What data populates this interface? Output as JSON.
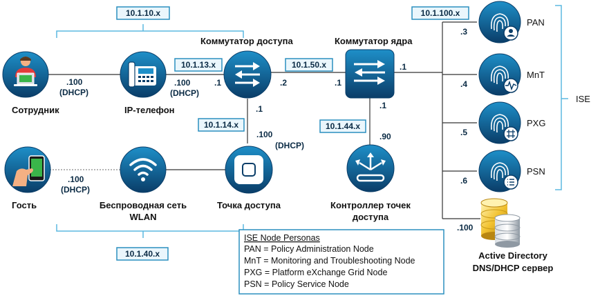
{
  "colors": {
    "node_gradient_top": "#1e8fc8",
    "node_gradient_bottom": "#0a3d68",
    "subnet_border": "#2a8fbf",
    "subnet_fill": "#eaf6fc",
    "bracket": "#5bb8e0",
    "link": "#333333"
  },
  "subnets": {
    "top": "10.1.10.x",
    "access_switch": "10.1.13.x",
    "access_core": "10.1.50.x",
    "access_ap": "10.1.14.x",
    "core_wlc": "10.1.44.x",
    "bottom": "10.1.40.x",
    "ise": "10.1.100.x"
  },
  "nodes": {
    "employee": "Сотрудник",
    "ip_phone": "IP-телефон",
    "access_switch": "Коммутатор доступа",
    "core_switch": "Коммутатор ядра",
    "guest": "Гость",
    "wlan_line1": "Беспроводная сеть",
    "wlan_line2": "WLAN",
    "access_point": "Точка доступа",
    "wlc_line1": "Контроллер точек",
    "wlc_line2": "доступа",
    "ad_line1": "Active Directory",
    "ad_line2": "DNS/DHCP сервер",
    "pan": "PAN",
    "mnt": "MnT",
    "pxg": "PXG",
    "psn": "PSN",
    "ise": "ISE"
  },
  "labels": {
    "emp_ip": ".100",
    "emp_dhcp": "(DHCP)",
    "phone_ip": ".100",
    "phone_dhcp": "(DHCP)",
    "sw_left": ".1",
    "sw_right": ".2",
    "sw_down": ".1",
    "ap_ip": ".100",
    "ap_dhcp": "(DHCP)",
    "core_left": ".1",
    "core_right": ".1",
    "core_down": ".1",
    "wlc_ip": ".90",
    "guest_ip": ".100",
    "guest_dhcp": "(DHCP)",
    "pan_ip": ".3",
    "mnt_ip": ".4",
    "pxg_ip": ".5",
    "psn_ip": ".6",
    "ad_ip": ".100"
  },
  "legend": {
    "title": "ISE Node Personas",
    "lines": [
      "PAN = Policy Administration Node",
      "MnT = Monitoring and Troubleshooting Node",
      "PXG = Platform eXchange Grid Node",
      "PSN = Policy Service Node"
    ]
  }
}
